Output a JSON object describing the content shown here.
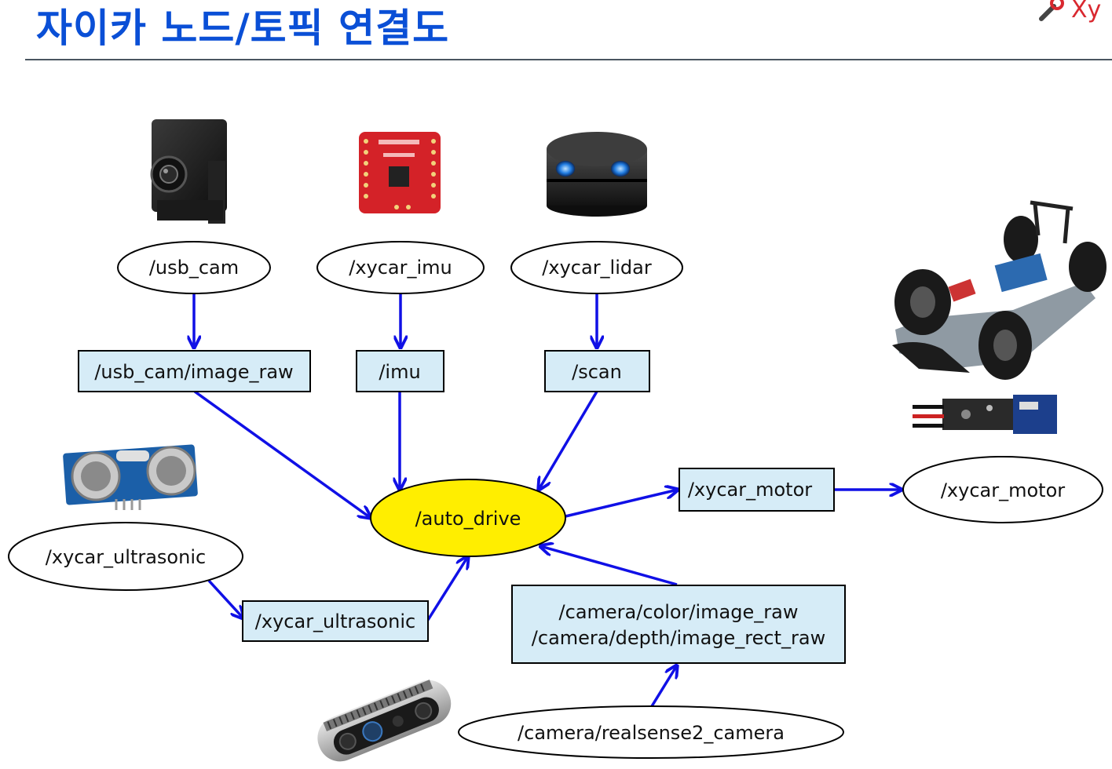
{
  "title": "자이카 노드/토픽 연결도",
  "logo": {
    "icon": "xycar-wrench-icon",
    "text": "Xy"
  },
  "colors": {
    "title": "#0a4fd6",
    "arrow": "#1010e6",
    "topic_fill": "#d6ecf7",
    "center_fill": "#ffee00",
    "logo": "#d9282f"
  },
  "nodes": {
    "usb_cam": "/usb_cam",
    "xycar_imu": "/xycar_imu",
    "xycar_lidar": "/xycar_lidar",
    "auto_drive": "/auto_drive",
    "xycar_motor": "/xycar_motor",
    "xycar_ultrasonic": "/xycar_ultrasonic",
    "realsense": "/camera/realsense2_camera"
  },
  "topics": {
    "usb_cam_image_raw": "/usb_cam/image_raw",
    "imu": "/imu",
    "scan": "/scan",
    "xycar_motor": "/xycar_motor",
    "xycar_ultrasonic": "/xycar_ultrasonic",
    "camera_color": "/camera/color/image_raw",
    "camera_depth": "/camera/depth/image_rect_raw"
  },
  "images": {
    "usb_camera": "usb-camera-image",
    "imu_board": "imu-board-image",
    "lidar": "lidar-sensor-image",
    "car": "rc-car-chassis-image",
    "motor_controller": "motor-controller-image",
    "ultrasonic": "ultrasonic-sensor-image",
    "depth_camera": "realsense-depth-camera-image"
  }
}
